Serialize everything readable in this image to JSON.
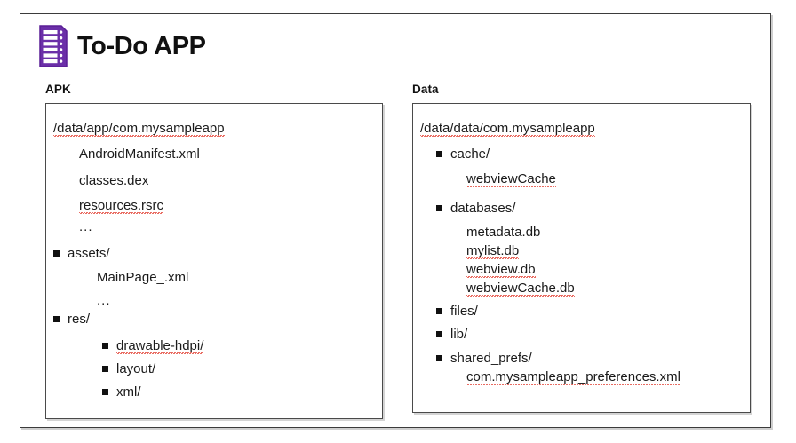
{
  "header": {
    "title": "To-Do APP",
    "icon": "todo-list-icon",
    "icon_color": "#6B2FA8"
  },
  "theme": {
    "frame_border": "#3b3b3b",
    "panel_border": "#4a4a4a",
    "text": "#1a1a1a",
    "spellcheck_underline": "#e23b2e",
    "background": "#ffffff"
  },
  "panels": [
    {
      "label": "APK",
      "root": "/data/app/com.mysampleapp",
      "root_spell_error": true,
      "rows": [
        {
          "text": "/data/app/com.mysampleapp",
          "indent": 0,
          "bullet": false,
          "spell": true
        },
        {
          "text": "AndroidManifest.xml",
          "indent": 1,
          "bullet": false,
          "spell": false
        },
        {
          "text": "classes.dex",
          "indent": 1,
          "bullet": false,
          "spell": false
        },
        {
          "text": "resources.rsrc",
          "indent": 1,
          "bullet": false,
          "spell": true
        },
        {
          "text": "...",
          "indent": 1,
          "bullet": false,
          "spell": false
        },
        {
          "text": "assets/",
          "indent": 0,
          "bullet": true,
          "spell": false
        },
        {
          "text": "MainPage_.xml",
          "indent": 2,
          "bullet": false,
          "spell": false
        },
        {
          "text": "...",
          "indent": 2,
          "bullet": false,
          "spell": false
        },
        {
          "text": "res/",
          "indent": 0,
          "bullet": true,
          "spell": false
        },
        {
          "text": "drawable-hdpi/",
          "indent": 1,
          "bullet": true,
          "spell": true
        },
        {
          "text": "layout/",
          "indent": 1,
          "bullet": true,
          "spell": false
        },
        {
          "text": "xml/",
          "indent": 1,
          "bullet": true,
          "spell": false
        }
      ]
    },
    {
      "label": "Data",
      "root": "/data/data/com.mysampleapp",
      "root_spell_error": true,
      "rows": [
        {
          "text": "/data/data/com.mysampleapp",
          "indent": 0,
          "bullet": false,
          "spell": true
        },
        {
          "text": "cache/",
          "indent": 0,
          "bullet": true,
          "spell": false
        },
        {
          "text": "webviewCache",
          "indent": 2,
          "bullet": false,
          "spell": true
        },
        {
          "text": "databases/",
          "indent": 0,
          "bullet": true,
          "spell": false
        },
        {
          "text": "metadata.db",
          "indent": 2,
          "bullet": false,
          "spell": false
        },
        {
          "text": "mylist.db",
          "indent": 2,
          "bullet": false,
          "spell": true
        },
        {
          "text": "webview.db",
          "indent": 2,
          "bullet": false,
          "spell": true
        },
        {
          "text": "webviewCache.db",
          "indent": 2,
          "bullet": false,
          "spell": true
        },
        {
          "text": "files/",
          "indent": 0,
          "bullet": true,
          "spell": false
        },
        {
          "text": "lib/",
          "indent": 0,
          "bullet": true,
          "spell": false
        },
        {
          "text": "shared_prefs/",
          "indent": 0,
          "bullet": true,
          "spell": false
        },
        {
          "text": "com.mysampleapp_preferences.xml",
          "indent": 2,
          "bullet": false,
          "spell": true
        }
      ]
    }
  ]
}
